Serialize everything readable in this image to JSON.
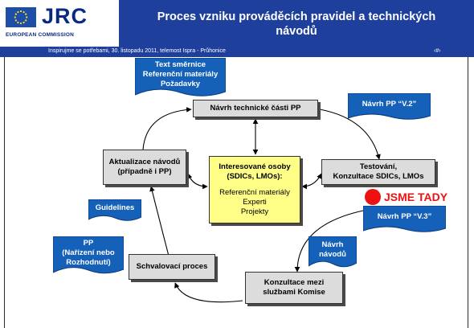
{
  "header": {
    "logo_text": "JRC",
    "logo_subtext": "EUROPEAN COMMISSION",
    "title_line1": "Proces vzniku prováděcích pravidel a technických",
    "title_line2": "návodů",
    "subtitle": "Inspirujme se potřebami, 30. listopadu 2011, telemost Ispra - Průhonice",
    "page_number": "‹#›",
    "colors": {
      "bar": "#1e3f9c",
      "logo": "#0a2a82",
      "flag": "#1f4ea8",
      "stars": "#ffde2a"
    }
  },
  "diagram": {
    "docs": {
      "text_smernice": [
        "Text směrnice",
        "Referenční materiály",
        "Požadavky"
      ],
      "navrh_v2": [
        "Návrh PP “V.2”"
      ],
      "navrh_v3": [
        "Návrh PP “V.3”"
      ],
      "navrh_navodu": [
        "Návrh",
        "návodů"
      ],
      "guidelines": [
        "Guidelines"
      ],
      "pp": [
        "PP",
        "(Nařízení nebo",
        "Rozhodnutí)"
      ]
    },
    "boxes": {
      "navrh_technicke": [
        "Návrh technické části PP"
      ],
      "testovani": [
        "Testování,",
        "Konzultace SDICs, LMOs"
      ],
      "konzultace_komise": [
        "Konzultace mezi",
        "službami Komise"
      ],
      "schvalovaci": [
        "Schvalovací proces"
      ],
      "aktualizace": [
        "Aktualizace návodů",
        "(případně i PP)"
      ]
    },
    "center": {
      "heading": [
        "Interesované osoby",
        "(SDICs, LMOs):"
      ],
      "items": [
        "Referenční materiály",
        "Experti",
        "Projekty"
      ]
    },
    "marker": {
      "label": "JSME TADY",
      "color": "#ee1111"
    },
    "colors": {
      "doc": "#1560b8",
      "box": "#dcdcdc",
      "center": "#ffff88"
    }
  }
}
